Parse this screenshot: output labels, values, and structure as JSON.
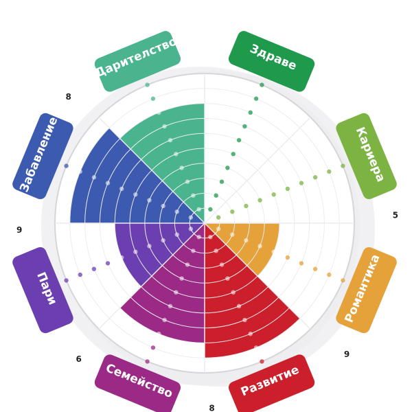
{
  "wheel": {
    "max_score": 10,
    "segments": [
      {
        "label": "Здраве",
        "score": null,
        "value": 0,
        "color": "#1f9a4c"
      },
      {
        "label": "Кариера",
        "score": null,
        "value": 0,
        "color": "#7cb342"
      },
      {
        "label": "Романтика",
        "score": "5",
        "value": 5,
        "color": "#e5a13a"
      },
      {
        "label": "Развитие",
        "score": "9",
        "value": 9,
        "color": "#cc1f2c"
      },
      {
        "label": "Семейство",
        "score": "8",
        "value": 8,
        "color": "#9b2a86"
      },
      {
        "label": "Пари",
        "score": "6",
        "value": 6,
        "color": "#6c3fb0"
      },
      {
        "label": "Забавление",
        "score": "9",
        "value": 9,
        "color": "#3c5bb0"
      },
      {
        "label": "Дарителство",
        "score": "8",
        "value": 8,
        "color": "#49b48e"
      }
    ]
  }
}
